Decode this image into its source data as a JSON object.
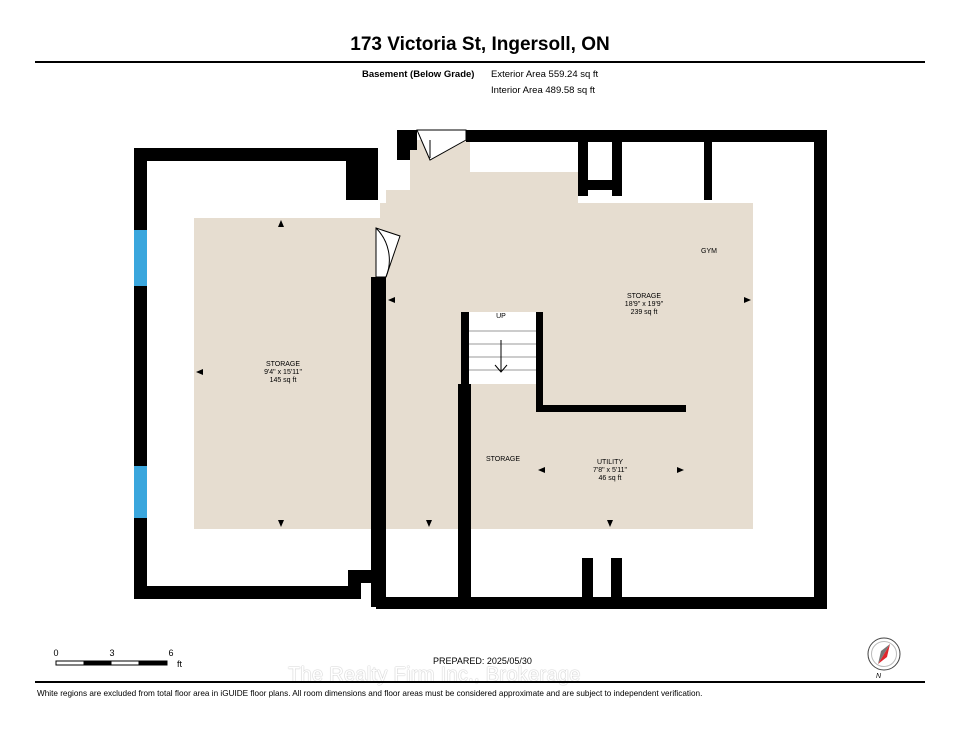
{
  "header": {
    "title": "173 Victoria St, Ingersoll, ON",
    "level_name": "Basement (Below Grade)",
    "exterior_area": "Exterior Area 559.24 sq ft",
    "interior_area": "Interior Area 489.58 sq ft"
  },
  "rooms": {
    "storage_left": {
      "name": "STORAGE",
      "dims": "9'4\" x 15'11\"",
      "area": "145 sq ft"
    },
    "storage_main": {
      "name": "STORAGE",
      "dims": "18'9\" x 19'9\"",
      "area": "239 sq ft"
    },
    "gym": {
      "name": "GYM"
    },
    "stairs": {
      "name": "UP"
    },
    "storage_small": {
      "name": "STORAGE"
    },
    "utility": {
      "name": "UTILITY",
      "dims": "7'8\" x 5'11\"",
      "area": "46 sq ft"
    }
  },
  "scale": {
    "ticks": [
      "0",
      "3",
      "6"
    ],
    "unit": "ft"
  },
  "compass": {
    "label": "N"
  },
  "prepared": "PREPARED: 2025/05/30",
  "watermark": "The Realty Firm Inc., Brokerage",
  "footer": "White regions are excluded from total floor area in iGUIDE floor plans. All room dimensions and floor areas must be considered approximate and are subject to independent verification.",
  "colors": {
    "floor": "#e6ddd0",
    "wall": "#000000",
    "window": "#3aa6dd",
    "compass_red": "#e0262d"
  }
}
